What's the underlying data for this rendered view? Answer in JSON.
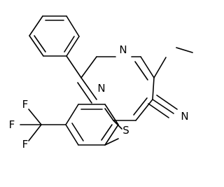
{
  "molecule": {
    "atoms": {
      "n1": "N",
      "n2": "N",
      "s_thioether": "S",
      "n_nitrile": "N",
      "f1": "F",
      "f2": "F",
      "f3": "F"
    },
    "colors": {
      "bond": "#000000",
      "label": "#000000",
      "background": "#ffffff"
    }
  }
}
